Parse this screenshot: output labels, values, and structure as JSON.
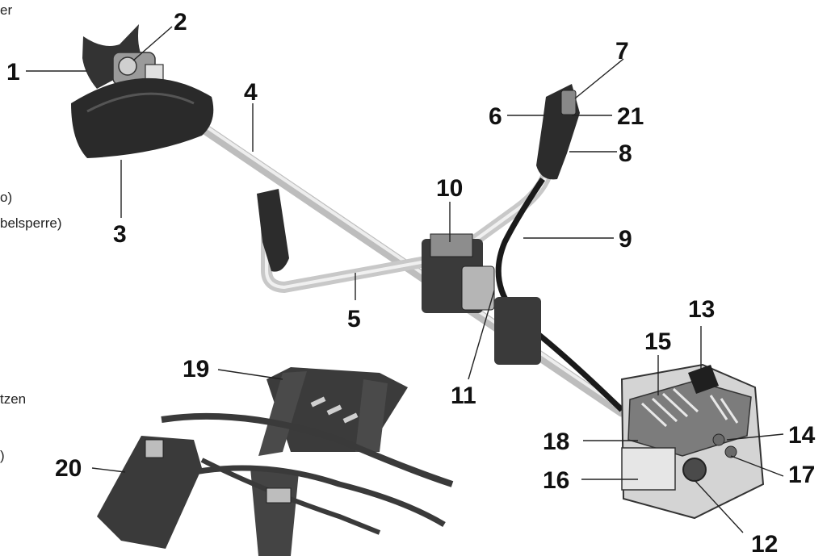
{
  "edge_text_fragments": [
    "er",
    "o)",
    "belsperre)",
    "tzen",
    ")"
  ],
  "callouts": [
    "1",
    "2",
    "3",
    "4",
    "5",
    "6",
    "7",
    "8",
    "9",
    "10",
    "11",
    "12",
    "13",
    "14",
    "15",
    "16",
    "17",
    "18",
    "19",
    "20",
    "21"
  ],
  "colors": {
    "ink": "#111111",
    "metal": "#d9d9d9",
    "dark": "#2b2b2b",
    "engine": "#c9c9c9",
    "strap": "#555555"
  }
}
